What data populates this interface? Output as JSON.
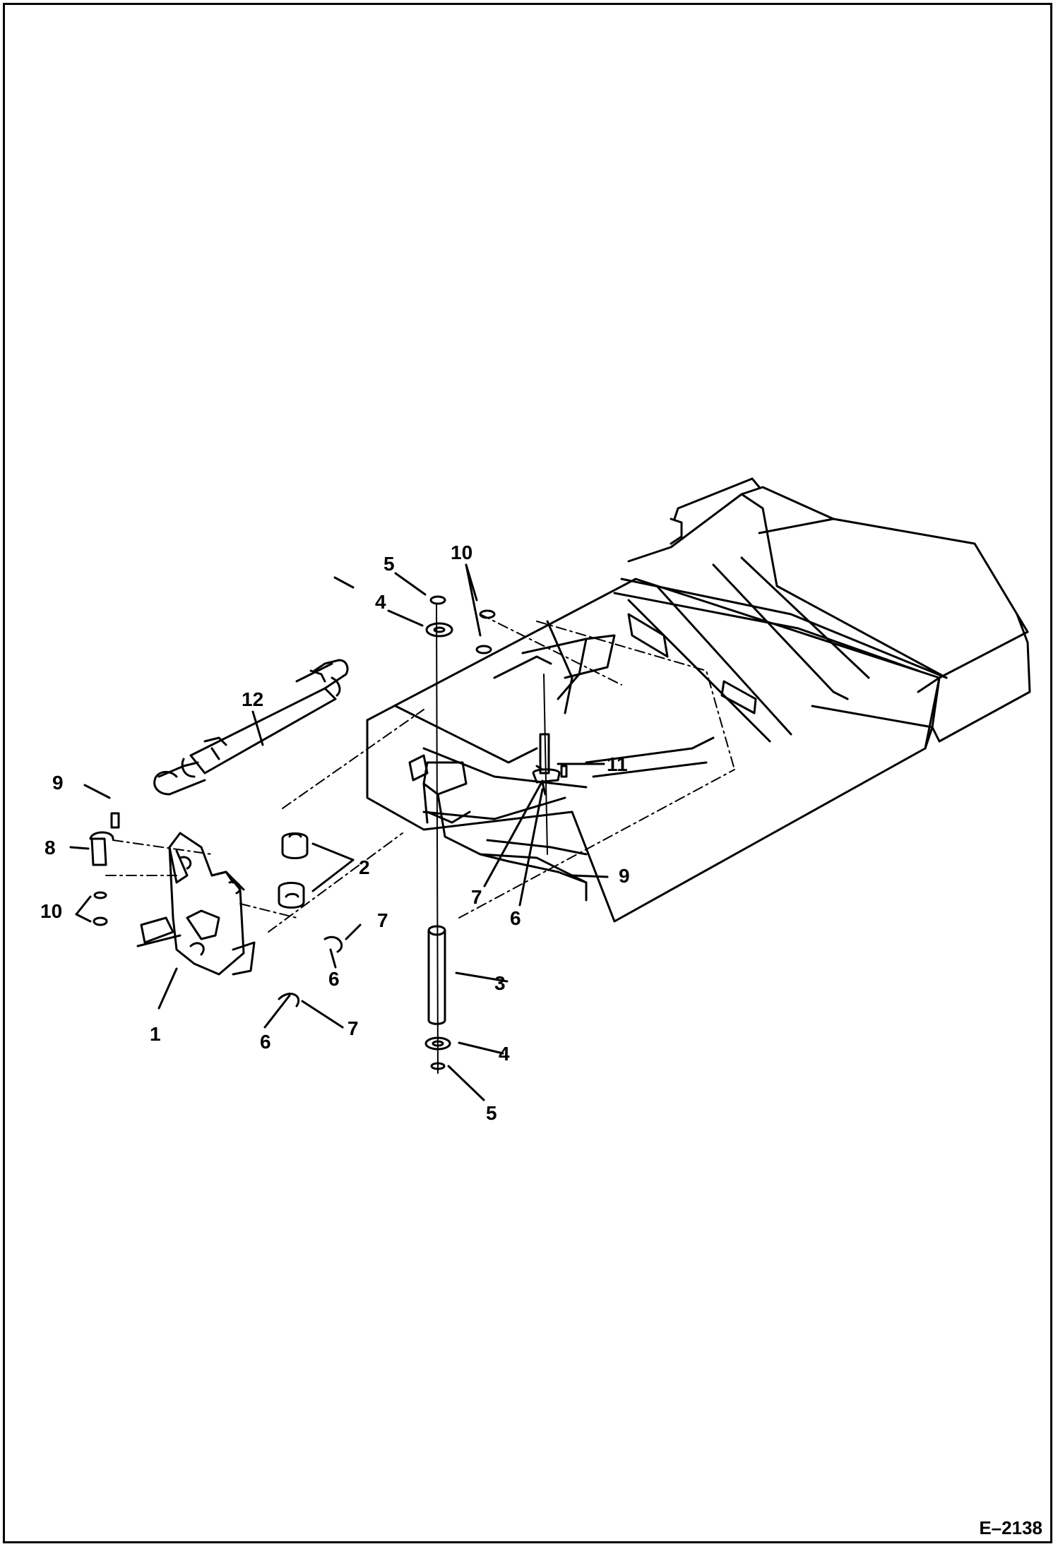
{
  "figure_id": "E–2138",
  "callouts": {
    "c1": "1",
    "c2": "2",
    "c3": "3",
    "c4a": "4",
    "c4b": "4",
    "c5a": "5",
    "c5b": "5",
    "c6a": "6",
    "c6b": "6",
    "c6c": "6",
    "c7a": "7",
    "c7b": "7",
    "c7c": "7",
    "c8": "8",
    "c9a": "9",
    "c9b": "9",
    "c10a": "10",
    "c10b": "10",
    "c11": "11",
    "c12": "12"
  }
}
